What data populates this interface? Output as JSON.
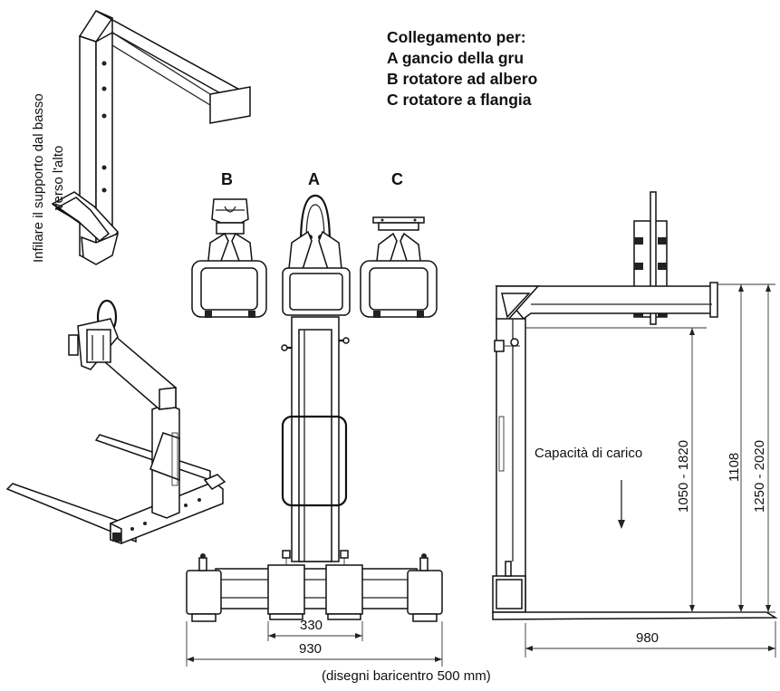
{
  "legend": {
    "title": "Collegamento per:",
    "items": [
      "A  gancio della gru",
      "B  rotatore ad albero",
      "C  rotatore a flangia"
    ]
  },
  "attachments": {
    "b": "B",
    "a": "A",
    "c": "C"
  },
  "instruction": {
    "line1": "Infilare il supporto dal basso",
    "line2": "verso l'alto"
  },
  "front_view": {
    "inner_width": "330",
    "outer_width": "930"
  },
  "side_view": {
    "load_label": "Capacità di carico",
    "height_adjust": "1050 - 1820",
    "height_fixed": "1108",
    "height_total": "1250 - 2020",
    "length": "980"
  },
  "caption": "(disegni baricentro 500 mm)"
}
